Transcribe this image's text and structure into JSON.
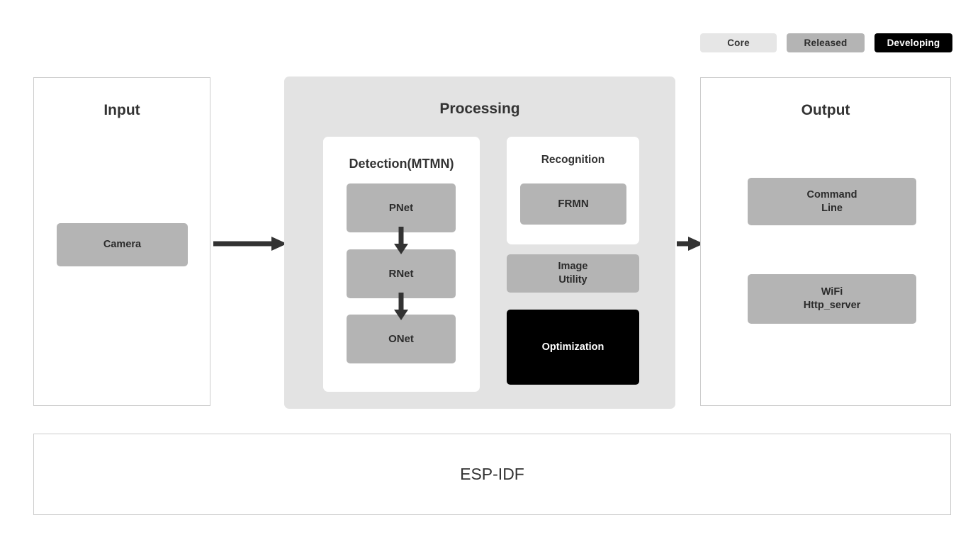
{
  "legend": {
    "items": [
      {
        "label": "Core",
        "color": "#e6e6e6",
        "text_color": "#333333"
      },
      {
        "label": "Released",
        "color": "#b4b4b4",
        "text_color": "#2b2b2b"
      },
      {
        "label": "Developing",
        "color": "#000000",
        "text_color": "#ffffff"
      }
    ]
  },
  "input": {
    "title": "Input",
    "blocks": [
      {
        "label": "Camera",
        "status": "Released"
      }
    ]
  },
  "processing": {
    "title": "Processing",
    "detection": {
      "title": "Detection(MTMN)",
      "blocks": [
        {
          "label": "PNet",
          "status": "Released"
        },
        {
          "label": "RNet",
          "status": "Released"
        },
        {
          "label": "ONet",
          "status": "Released"
        }
      ]
    },
    "recognition": {
      "title": "Recognition",
      "blocks": [
        {
          "label": "FRMN",
          "status": "Released"
        }
      ]
    },
    "blocks": [
      {
        "label": "Image\nUtility",
        "status": "Released"
      },
      {
        "label": "Optimization",
        "status": "Developing"
      }
    ]
  },
  "output": {
    "title": "Output",
    "blocks": [
      {
        "label": "Command\nLine",
        "status": "Released"
      },
      {
        "label": "WiFi\nHttp_server",
        "status": "Released"
      }
    ]
  },
  "foundation": {
    "label": "ESP-IDF"
  },
  "colors": {
    "core": "#e6e6e6",
    "released": "#b4b4b4",
    "developing": "#000000",
    "panel_background": "#e3e3e3",
    "panel_border": "#cccccc",
    "arrow": "#333333",
    "text": "#333333"
  }
}
